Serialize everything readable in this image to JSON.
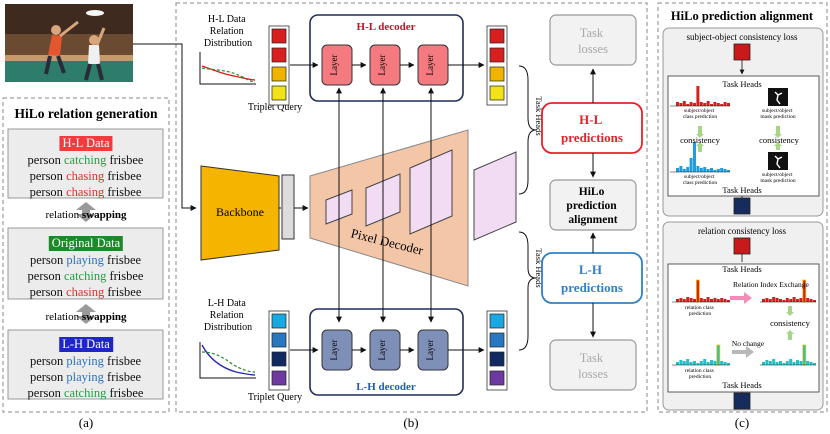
{
  "panel_a": {
    "title": "HiLo relation generation",
    "groups": [
      {
        "header": "H-L Data",
        "header_color": "#f03c3c",
        "rows": [
          {
            "subject": "person",
            "verb": "catching",
            "object": "frisbee"
          },
          {
            "subject": "person",
            "verb": "chasing",
            "object": "frisbee"
          },
          {
            "subject": "person",
            "verb": "chasing",
            "object": "frisbee"
          }
        ]
      },
      {
        "header": "Original Data",
        "header_color": "#1d8a2a",
        "rows": [
          {
            "subject": "person",
            "verb": "playing",
            "object": "frisbee"
          },
          {
            "subject": "person",
            "verb": "catching",
            "object": "frisbee"
          },
          {
            "subject": "person",
            "verb": "chasing",
            "object": "frisbee"
          }
        ]
      },
      {
        "header": "L-H Data",
        "header_color": "#1f26c8",
        "rows": [
          {
            "subject": "person",
            "verb": "playing",
            "object": "frisbee"
          },
          {
            "subject": "person",
            "verb": "playing",
            "object": "frisbee"
          },
          {
            "subject": "person",
            "verb": "catching",
            "object": "frisbee"
          }
        ]
      }
    ],
    "swap_label_prefix": "relation ",
    "swap_label_bold": "swapping",
    "caption": "(a)"
  },
  "panel_b": {
    "hl_dist_label": [
      "H-L Data",
      "Relation",
      "Distribution"
    ],
    "lh_dist_label": [
      "L-H Data",
      "Relation",
      "Distribution"
    ],
    "triplet_query": "Triplet Query",
    "hl_decoder": "H-L decoder",
    "lh_decoder": "L-H decoder",
    "layer": "Layer",
    "backbone": "Backbone",
    "pixel_decoder": "Pixel Decoder",
    "task_heads": "Task Heads",
    "task_losses": [
      "Task",
      "losses"
    ],
    "hl_predictions": [
      "H-L",
      "predictions"
    ],
    "lh_predictions": [
      "L-H",
      "predictions"
    ],
    "hilo_alignment": [
      "HiLo",
      "prediction",
      "alignment"
    ],
    "caption": "(b)",
    "colors": {
      "hl_decoder": "#c0122b",
      "lh_decoder": "#1f5fb0",
      "hl_pred": "#e8202a",
      "lh_pred": "#2f80c8",
      "hl_layer": "#f47a80",
      "lh_layer": "#7f90b8",
      "backbone": "#f5b400",
      "pixel_decoder": "#f4c6a8"
    },
    "hl_query_colors": [
      "#d81f1f",
      "#d81f1f",
      "#f0b400",
      "#f2e21a"
    ],
    "hl_out_colors": [
      "#d81f1f",
      "#d81f1f",
      "#f0b400",
      "#f2e21a"
    ],
    "lh_query_colors": [
      "#19a8e0",
      "#2878c0",
      "#122a62",
      "#6e3aa0"
    ],
    "lh_out_colors": [
      "#19a8e0",
      "#2878c0",
      "#122a62",
      "#6e3aa0"
    ]
  },
  "panel_c": {
    "title": "HiLo prediction alignment",
    "subject_object_loss": "subject-object consistency loss",
    "relation_loss": "relation consistency loss",
    "task_heads": "Task Heads",
    "consistency": "consistency",
    "class_pred_label": [
      "subject/object",
      "class prediction"
    ],
    "mask_pred_label": [
      "subject/object",
      "mask prediction"
    ],
    "relation_class_pred": [
      "relation class",
      "prediction"
    ],
    "relation_index_exchange": "Relation Index Exchange",
    "no_change": "No change",
    "caption": "(c)"
  }
}
